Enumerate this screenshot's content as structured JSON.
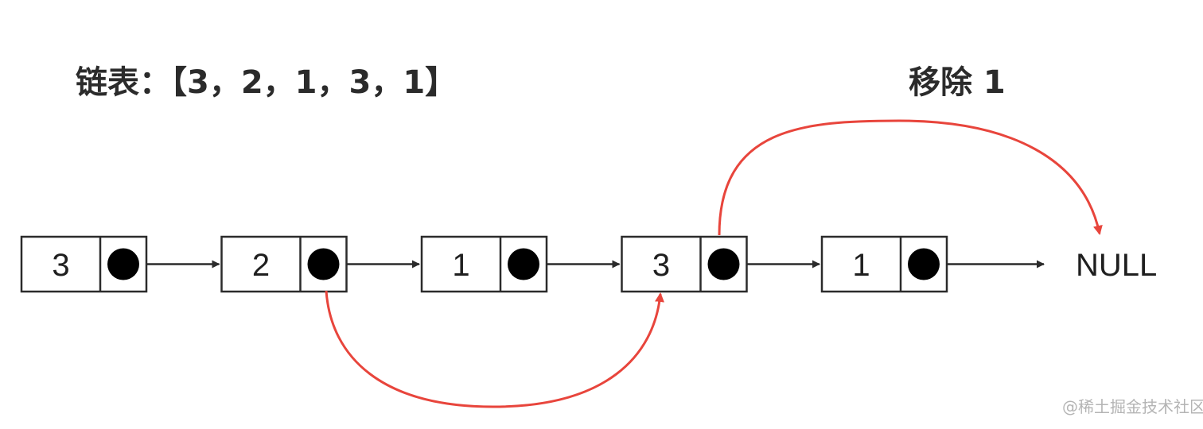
{
  "title": "链表：【3，2，1，3，1】",
  "operation": "移除 1",
  "nodes": [
    {
      "value": "3"
    },
    {
      "value": "2"
    },
    {
      "value": "1"
    },
    {
      "value": "3"
    },
    {
      "value": "1"
    }
  ],
  "terminal": "NULL",
  "watermark": "@稀土掘金技术社区",
  "colors": {
    "line": "#2b2b2b",
    "highlight": "#e8453c",
    "pointer_dot": "#000000"
  }
}
